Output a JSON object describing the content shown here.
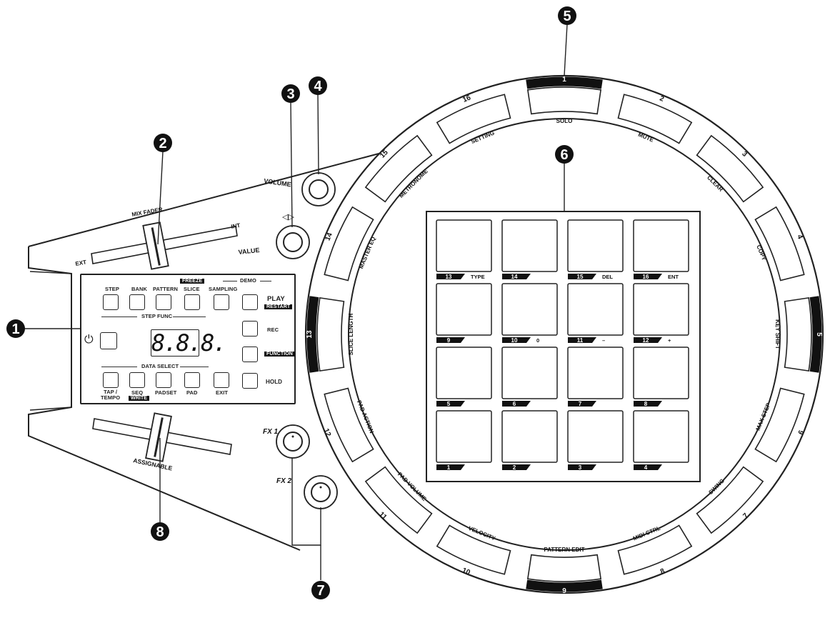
{
  "callouts": [
    "1",
    "2",
    "3",
    "4",
    "5",
    "6",
    "7",
    "8"
  ],
  "mix_fader": {
    "label": "MIX FADER",
    "left": "EXT",
    "right": "INT"
  },
  "assignable_fader": {
    "label": "ASSIGNABLE"
  },
  "knobs": {
    "volume": "VOLUME",
    "value": "VALUE",
    "value_arrows": "◁▷",
    "fx1": "FX 1",
    "fx2": "FX 2"
  },
  "panel": {
    "top_keys": [
      "STEP",
      "BANK",
      "PATTERN",
      "SLICE",
      "SAMPLING"
    ],
    "freeze": "FREEZE",
    "demo": "DEMO",
    "step_func": "STEP FUNC",
    "display": "8.8.8.",
    "play": "PLAY",
    "restart": "RESTART",
    "rec": "REC",
    "function": "FUNCTION",
    "hold": "HOLD",
    "data_select": "DATA SELECT",
    "bottom_keys": [
      "TAP /\nTEMPO",
      "SEQ",
      "PADSET",
      "PAD",
      "EXIT"
    ],
    "write": "WRITE",
    "power_icon": "power-icon"
  },
  "ring_buttons": [
    {
      "num": "1",
      "name": "SOLO"
    },
    {
      "num": "2",
      "name": "MUTE"
    },
    {
      "num": "3",
      "name": "CLEAR"
    },
    {
      "num": "4",
      "name": "COPY"
    },
    {
      "num": "5",
      "name": "KEY SHIFT"
    },
    {
      "num": "6",
      "name": "MAX STEP"
    },
    {
      "num": "7",
      "name": "SWING"
    },
    {
      "num": "8",
      "name": "MIDI CTRL"
    },
    {
      "num": "9",
      "name": "PATTERN EDIT"
    },
    {
      "num": "10",
      "name": "VELOCITY"
    },
    {
      "num": "11",
      "name": "PAD VOLUME"
    },
    {
      "num": "12",
      "name": "PAD ACTION"
    },
    {
      "num": "13",
      "name": "SLICE LENGTH"
    },
    {
      "num": "14",
      "name": "MASTER EQ"
    },
    {
      "num": "15",
      "name": "METRONOME"
    },
    {
      "num": "16",
      "name": "SETTING"
    }
  ],
  "pads": [
    {
      "num": "13",
      "extra": "TYPE"
    },
    {
      "num": "14",
      "extra": ""
    },
    {
      "num": "15",
      "extra": "DEL"
    },
    {
      "num": "16",
      "extra": "ENT"
    },
    {
      "num": "9",
      "extra": ""
    },
    {
      "num": "10",
      "extra": "0"
    },
    {
      "num": "11",
      "extra": "–"
    },
    {
      "num": "12",
      "extra": "+"
    },
    {
      "num": "5",
      "extra": ""
    },
    {
      "num": "6",
      "extra": ""
    },
    {
      "num": "7",
      "extra": ""
    },
    {
      "num": "8",
      "extra": ""
    },
    {
      "num": "1",
      "extra": ""
    },
    {
      "num": "2",
      "extra": ""
    },
    {
      "num": "3",
      "extra": ""
    },
    {
      "num": "4",
      "extra": ""
    }
  ]
}
